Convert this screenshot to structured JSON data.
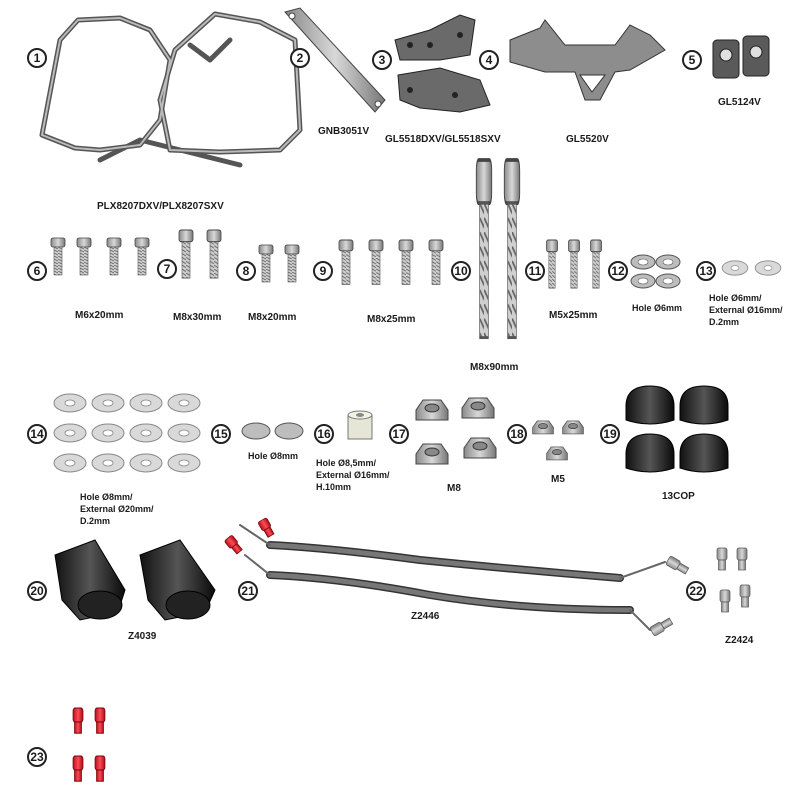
{
  "parts": [
    {
      "number": "1",
      "codes": [
        "PLX8207DXV/PLX8207SXV"
      ]
    },
    {
      "number": "2",
      "codes": [
        "GNB3051V"
      ]
    },
    {
      "number": "3",
      "codes": [
        "GL5518DXV/GL5518SXV"
      ]
    },
    {
      "number": "4",
      "codes": [
        "GL5520V"
      ]
    },
    {
      "number": "5",
      "codes": [
        "GL5124V"
      ]
    },
    {
      "number": "6",
      "codes": [
        "M6x20mm"
      ]
    },
    {
      "number": "7",
      "codes": [
        "M8x30mm"
      ]
    },
    {
      "number": "8",
      "codes": [
        "M8x20mm"
      ]
    },
    {
      "number": "9",
      "codes": [
        "M8x25mm"
      ]
    },
    {
      "number": "10",
      "codes": [
        "M8x90mm"
      ]
    },
    {
      "number": "11",
      "codes": [
        "M5x25mm"
      ]
    },
    {
      "number": "12",
      "codes": [
        "Hole Ø6mm"
      ]
    },
    {
      "number": "13",
      "codes": [
        "Hole Ø6mm/",
        "External Ø16mm/",
        "D.2mm"
      ]
    },
    {
      "number": "14",
      "codes": [
        "Hole Ø8mm/",
        "External Ø20mm/",
        "D.2mm"
      ]
    },
    {
      "number": "15",
      "codes": [
        "Hole Ø8mm"
      ]
    },
    {
      "number": "16",
      "codes": [
        "Hole Ø8,5mm/",
        "External Ø16mm/",
        "H.10mm"
      ]
    },
    {
      "number": "17",
      "codes": [
        "M8"
      ]
    },
    {
      "number": "18",
      "codes": [
        "M5"
      ]
    },
    {
      "number": "19",
      "codes": [
        "13COP"
      ]
    },
    {
      "number": "20",
      "codes": [
        "Z4039"
      ]
    },
    {
      "number": "21",
      "codes": [
        "Z2446"
      ]
    },
    {
      "number": "22",
      "codes": [
        "Z2424"
      ]
    },
    {
      "number": "23",
      "codes": []
    }
  ]
}
